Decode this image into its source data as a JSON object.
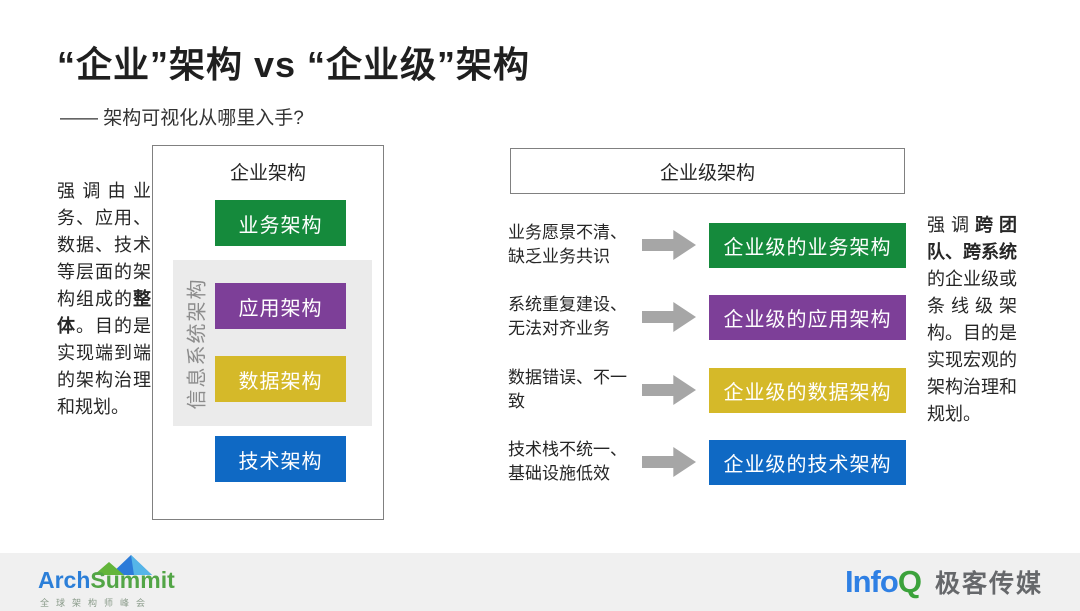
{
  "page": {
    "title": "“企业”架构 vs “企业级”架构",
    "subtitle": "—— 架构可视化从哪里入手?"
  },
  "left_panel": {
    "description": {
      "pre": "强调由业务、应用、数据、技术等层面的架构组成的",
      "bold": "整体",
      "post": "。目的是实现端到端的架构治理和规划。"
    },
    "diagram": {
      "title": "企业架构",
      "group_label": "信息系统架构",
      "layers": [
        {
          "label": "业务架构",
          "color": "#158A3C"
        },
        {
          "label": "应用架构",
          "color": "#7D3F98"
        },
        {
          "label": "数据架构",
          "color": "#D5B929"
        },
        {
          "label": "技术架构",
          "color": "#0F69C4"
        }
      ]
    }
  },
  "right_panel": {
    "header": "企业级架构",
    "rows": [
      {
        "problem": "业务愿景不清、缺乏业务共识",
        "solution": "企业级的业务架构",
        "color": "#158A3C"
      },
      {
        "problem": "系统重复建设、无法对齐业务",
        "solution": "企业级的应用架构",
        "color": "#7D3F98"
      },
      {
        "problem": "数据错误、不一致",
        "solution": "企业级的数据架构",
        "color": "#D5B929"
      },
      {
        "problem": "技术栈不统一、基础设施低效",
        "solution": "企业级的技术架构",
        "color": "#0F69C4"
      }
    ],
    "description": {
      "pre": "强调",
      "bold": "跨团队、跨系统",
      "post": "的企业级或条线级架构。目的是实现宏观的架构治理和规划。"
    }
  },
  "footer": {
    "archsummit": {
      "name_part1": "Arch",
      "name_part2": "Summit",
      "tagline": "全球架构师峰会"
    },
    "infoq": {
      "name_part1": "Info",
      "name_part2": "Q",
      "label": "极客传媒"
    }
  },
  "colors": {
    "arrow_gray": "#A6A6A6",
    "band_gray": "#EBEBEB",
    "footer_gray": "#F0F0F0"
  }
}
